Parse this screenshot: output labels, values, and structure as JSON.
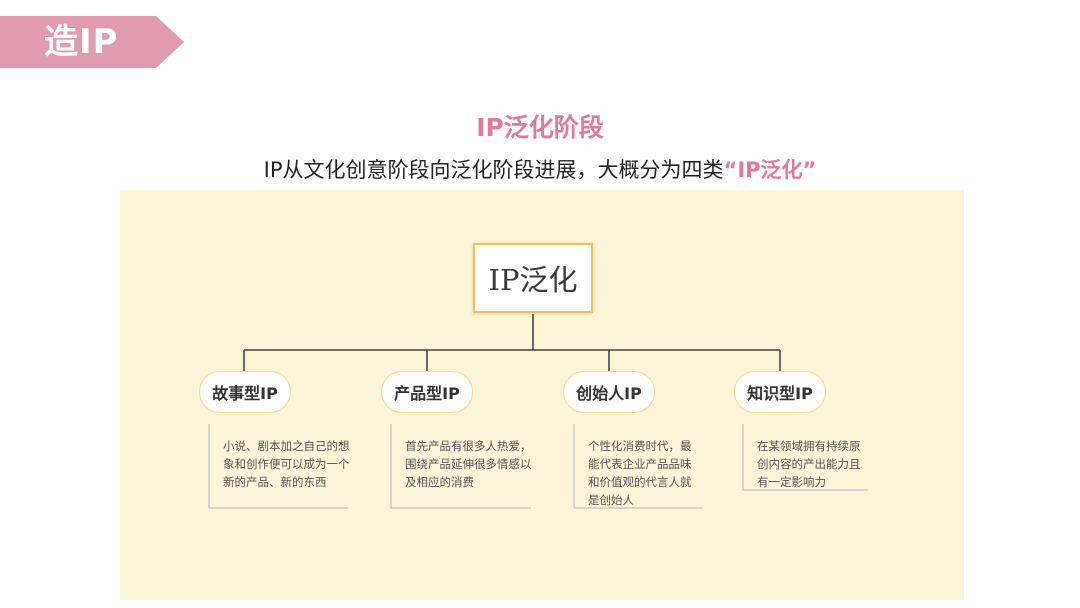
{
  "header": {
    "badge": "造IP"
  },
  "title": "IP泛化阶段",
  "subtitle": {
    "main": "IP从文化创意阶段向泛化阶段进展，大概分为四类",
    "highlight": "“IP泛化”"
  },
  "diagram": {
    "root": "IP泛化",
    "categories": [
      {
        "label": "故事型IP",
        "description": "小说、剧本加之自己的想象和创作便可以成为一个新的产品、新的东西"
      },
      {
        "label": "产品型IP",
        "description": "首先产品有很多人热爱，围绕产品延伸很多情感以及相应的消费"
      },
      {
        "label": "创始人IP",
        "description": "个性化消费时代，最能代表企业产品品味和价值观的代言人就是创始人"
      },
      {
        "label": "知识型IP",
        "description": "在某领域拥有持续原创内容的产出能力且有一定影响力"
      }
    ]
  },
  "colors": {
    "banner": "#e19bb1",
    "accent": "#e07a9c",
    "panel": "#fcf4d9",
    "box_border": "#e8c35c"
  }
}
